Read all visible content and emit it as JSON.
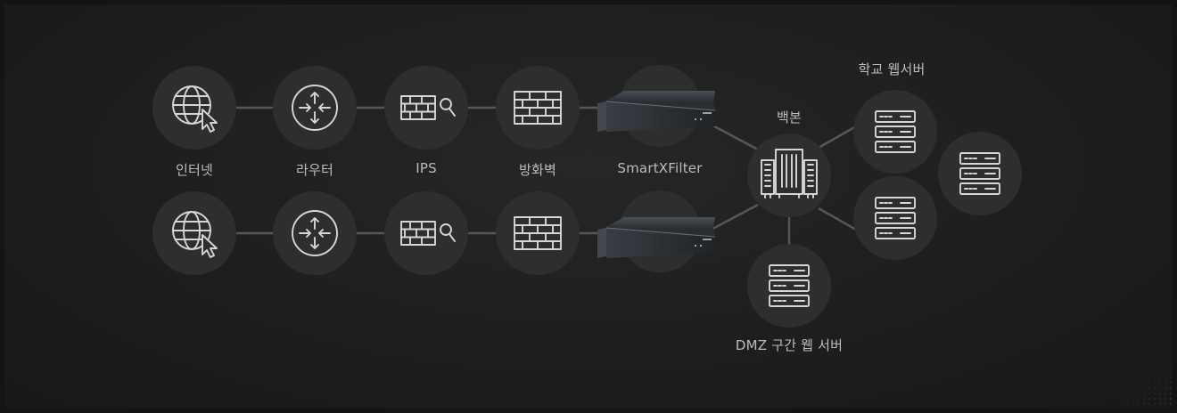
{
  "labels": {
    "internet": "인터넷",
    "router": "라우터",
    "ips": "IPS",
    "firewall": "방화벽",
    "smartxfilter": "SmartXFilter",
    "backbone": "백본",
    "school_web_server": "학교 웹서버",
    "dmz_web_server": "DMZ 구간 웹 서버"
  },
  "colors": {
    "background": "#1e1e1e",
    "node": "#2e2e2e",
    "connector": "#575757",
    "icon": "#d6d6d6",
    "label": "#bdbdbd"
  },
  "icons": [
    "globe-cursor-icon",
    "router-icon",
    "ips-firewall-search-icon",
    "firewall-icon",
    "rack-server-device",
    "backbone-switch-icon",
    "server-stack-icon"
  ]
}
